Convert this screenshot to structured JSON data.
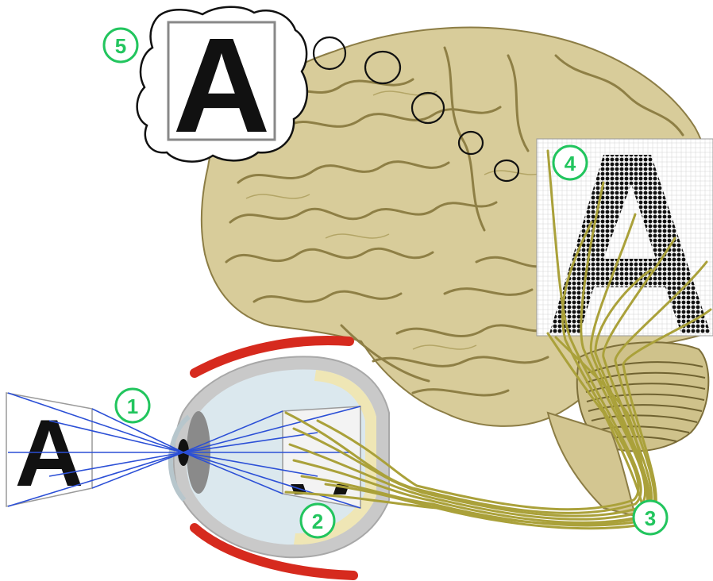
{
  "diagram": {
    "steps": [
      {
        "number": "1",
        "color": "#22c55e"
      },
      {
        "number": "2",
        "color": "#22c55e"
      },
      {
        "number": "3",
        "color": "#22c55e"
      },
      {
        "number": "4",
        "color": "#22c55e"
      },
      {
        "number": "5",
        "color": "#22c55e"
      }
    ],
    "letter": "A",
    "colors": {
      "brain": "#d8cc9a",
      "brain_shadow": "#a99b62",
      "eye_sclera": "#dbe8ee",
      "eye_outer": "#c9c9c9",
      "iris": "#8a8a8a",
      "eyelid": "#d62a1e",
      "light_rays": "#2b4fd6",
      "nerve_fibers": "#aaa13a",
      "thought_outline": "#111111"
    }
  }
}
